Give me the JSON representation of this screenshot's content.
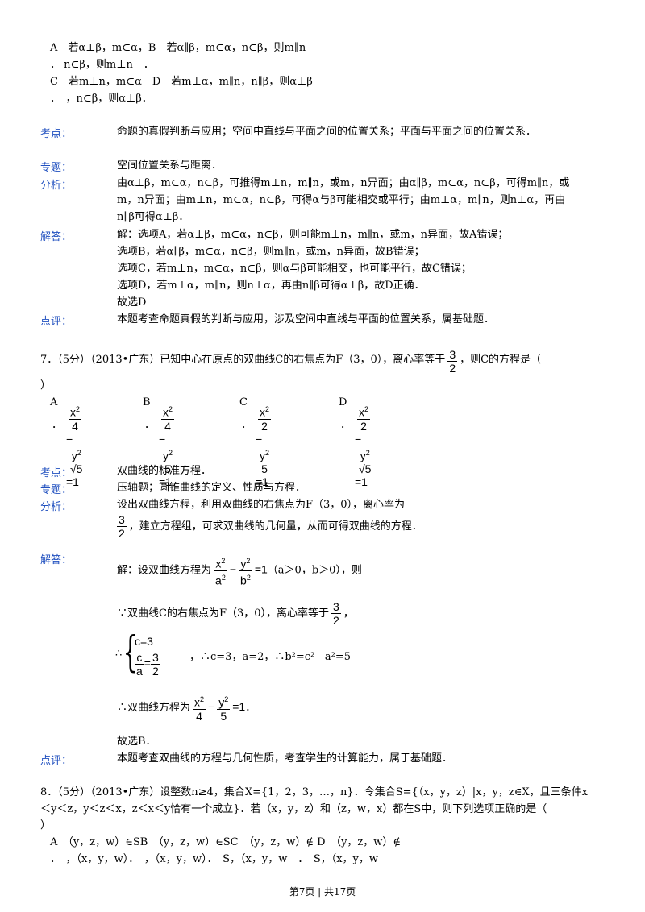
{
  "q6_options": {
    "row1": "A　若α⊥β，m⊂α，B　若α∥β，m⊂α，n⊂β，则m∥n",
    "row2": "．  n⊂β，则m⊥n　．",
    "row3": "C　若m⊥n，m⊂α　D　若m⊥α，m∥n，n∥β，则α⊥β",
    "row4": "．　，n⊂β，则α⊥β．"
  },
  "q6": {
    "kaodian_label": "考点：",
    "kaodian": "命题的真假判断与应用；空间中直线与平面之间的位置关系；平面与平面之间的位置关系．",
    "zhuanti_label": "专题：",
    "zhuanti": "空间位置关系与距离．",
    "fenxi_label": "分析：",
    "fenxi_1": "由α⊥β，m⊂α，n⊂β，可推得m⊥n，m∥n，或m，n异面；由α∥β，m⊂α，n⊂β，可得m∥n，或",
    "fenxi_2": "m，n异面；由m⊥n，m⊂α，n⊂β，可得α与β可能相交或平行；由m⊥α，m∥n，则n⊥α，再由",
    "fenxi_3": "n∥β可得α⊥β．",
    "jieda_label": "解答：",
    "jieda_1": "解：选项A，若α⊥β，m⊂α，n⊂β，则可能m⊥n，m∥n，或m，n异面，故A错误；",
    "jieda_2": "选项B，若α∥β，m⊂α，n⊂β，则m∥n，或m，n异面，故B错误；",
    "jieda_3": "选项C，若m⊥n，m⊂α，n⊂β，则α与β可能相交，也可能平行，故C错误；",
    "jieda_4": "选项D，若m⊥α，m∥n，则n⊥α，再由n∥β可得α⊥β，故D正确．",
    "jieda_5": "故选D",
    "dianping_label": "点评：",
    "dianping": "本题考查命题真假的判断与应用，涉及空间中直线与平面的位置关系，属基础题．"
  },
  "q7": {
    "stem_a": "7．（5分）（2013•广东）已知中心在原点的双曲线C的右焦点为F（3，0），离心率等于",
    "frac_num": "3",
    "frac_den": "2",
    "stem_b": "，则C的方程是（",
    "stem_c": "）",
    "options": [
      {
        "letter": "A",
        "dot": "．",
        "x2": "x",
        "a": "4",
        "b": "√5",
        "eq": "=1"
      },
      {
        "letter": "B",
        "dot": "．",
        "x2": "x",
        "a": "4",
        "b": "5",
        "eq": "=1"
      },
      {
        "letter": "C",
        "dot": "．",
        "x2": "x",
        "a": "2",
        "b": "5",
        "eq": "=1"
      },
      {
        "letter": "D",
        "dot": "．",
        "x2": "x",
        "a": "2",
        "b": "√5",
        "eq": "=1"
      }
    ],
    "y_letter": "y",
    "sq": "2",
    "minus": "−",
    "kaodian_label": "考点：",
    "kaodian": "双曲线的标准方程．",
    "zhuanti_label": "专题：",
    "zhuanti": "压轴题；圆锥曲线的定义、性质与方程．",
    "fenxi_label": "分析：",
    "fenxi_1": "设出双曲线方程，利用双曲线的右焦点为F（3，0），离心率为",
    "fenxi_2": "，建立方程组，可求双曲线的几何量，从而可得双曲线的方程．",
    "jieda_label": "解答：",
    "jieda_1a": "解：设双曲线方程为",
    "jieda_1b": "（a＞0，b＞0），则",
    "jieda_2": "∵双曲线C的右焦点为F（3，0），离心率等于",
    "jieda_2b": "，",
    "sys_1": "c=3",
    "sys_2_num": "c",
    "sys_2_den": "a",
    "sys_2_eq": "=",
    "jieda_3_therefore": "∴",
    "jieda_3": "，∴c=3，a=2，∴b²=c² - a²=5",
    "jieda_4a": "∴双曲线方程为",
    "jieda_4b": "．",
    "jieda_5": "故选B．",
    "a_letter": "a",
    "b_letter": "b",
    "eq1": "=1",
    "dianping_label": "点评：",
    "dianping": "本题考查双曲线的方程与几何性质，考查学生的计算能力，属于基础题．"
  },
  "q8": {
    "stem_1": "8．（5分）（2013•广东）设整数n≥4，集合X={1，2，3，…，n}．令集合S={（x，y，z）|x，y，z∈X，且三条件x",
    "stem_2": "＜y＜z，y＜z＜x，z＜x＜y恰有一个成立}．若（x，y，z）和（z，w，x）都在S中，则下列选项正确的是（",
    "stem_3": "）",
    "opt_row1": "A　（y，z，w）∈SB　（y，z，w）∈SC　（y，z，w）∉ D　（y，z，w）∉",
    "opt_row2": "．　，（x，y，w）．　，（x，y，w）．　S，（x，y，w　．　S，（x，y，w"
  },
  "footer": "第7页 | 共17页"
}
